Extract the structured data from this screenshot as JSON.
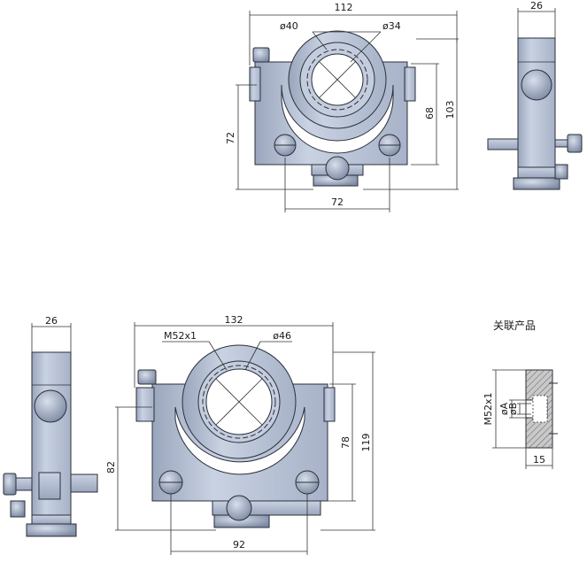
{
  "top_front_view": {
    "dims": {
      "width_total": "112",
      "bore_outer": "ø40",
      "bore_inner": "ø34",
      "height_total": "103",
      "height_body": "68",
      "height_left": "72",
      "hole_spacing": "72"
    }
  },
  "top_side_view": {
    "dims": {
      "width": "26"
    }
  },
  "bottom_side_view": {
    "dims": {
      "width": "26"
    }
  },
  "bottom_front_view": {
    "dims": {
      "width_total": "132",
      "thread": "M52x1",
      "bore": "ø46",
      "height_total": "119",
      "height_body": "78",
      "height_left": "82",
      "hole_spacing": "92"
    }
  },
  "related_product": {
    "title": "关联产品",
    "dims": {
      "thread": "M52x1",
      "dia_a": "øA",
      "dia_b": "øB",
      "thickness": "15"
    }
  },
  "colors": {
    "body": "#b7c2d6",
    "body_dark": "#8d9bb3",
    "outline": "#2a2f3a",
    "hatch": "#8a8a8a",
    "line": "#333333"
  }
}
